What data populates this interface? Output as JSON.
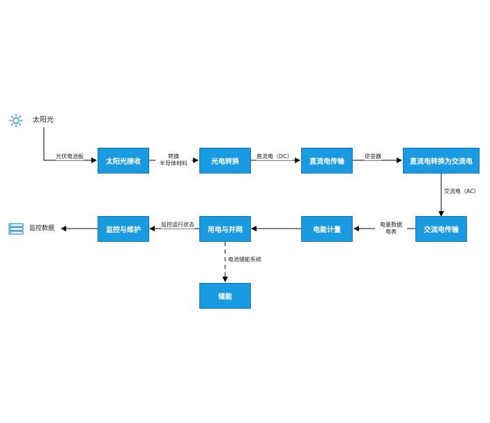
{
  "sun": {
    "label": "太阳光",
    "icon": "sun-icon"
  },
  "output": {
    "label": "监控数据",
    "icon": "list-icon"
  },
  "nodes": {
    "solar_receive": "太阳光接收",
    "pv_convert": "光电转换",
    "dc_transmit": "直流电传输",
    "dc_to_ac": "直流电转换为交流电",
    "ac_transmit": "交流电传输",
    "metering": "电能计量",
    "use_grid": "用电与并网",
    "monitor": "监控与维护",
    "storage": "储能"
  },
  "edges": {
    "pv_panel": "光伏电池板",
    "convert_l1": "转换",
    "convert_l2": "半导体材料",
    "dc": "直流电（DC）",
    "inverter": "逆变器",
    "ac": "交流电（AC）",
    "meter_l1": "电量数据",
    "meter_l2": "电表",
    "monitor_status": "监控运行状态",
    "battery_system": "电池储能系统"
  },
  "colors": {
    "box_fill": "#1a9ae0",
    "box_border": "#1476ad",
    "icon": "#2a8fd6",
    "line": "#000000"
  }
}
